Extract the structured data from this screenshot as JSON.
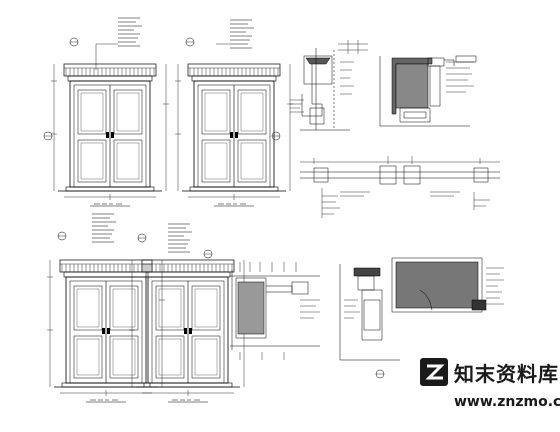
{
  "watermark": {
    "brand": "知末资料库",
    "url": "www.znzmo.com",
    "logo_icon": "znzmo-logo"
  },
  "colors": {
    "line": "#000000",
    "paper": "#ffffff",
    "watermark_text": "#1a1a1a"
  }
}
